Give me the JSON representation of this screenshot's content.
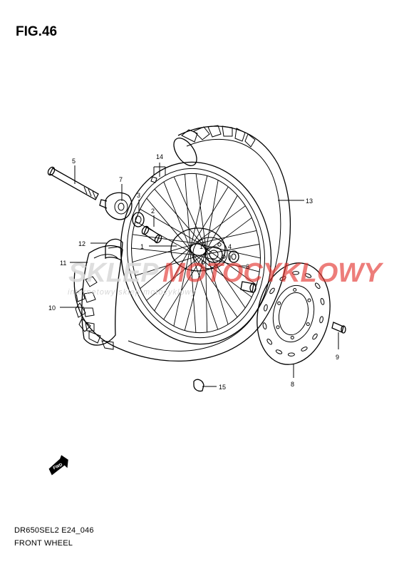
{
  "figure": {
    "title": "FIG.46"
  },
  "caption": {
    "model_code": "DR650SEL2 E24_046",
    "title": "FRONT WHEEL"
  },
  "watermark": {
    "brand_left": "SKLEP",
    "brand_right": "MOTOCYKLOWY",
    "tagline": "internetowy sklep motocyklowy",
    "brand_color": "#e3342f"
  },
  "fwd_badge": {
    "label": "FWD"
  },
  "callouts": [
    {
      "id": "c1",
      "label": "1"
    },
    {
      "id": "c2",
      "label": "2"
    },
    {
      "id": "c3",
      "label": "3"
    },
    {
      "id": "c4",
      "label": "4"
    },
    {
      "id": "c5",
      "label": "5"
    },
    {
      "id": "c6",
      "label": "6"
    },
    {
      "id": "c7",
      "label": "7"
    },
    {
      "id": "c8",
      "label": "8"
    },
    {
      "id": "c9",
      "label": "9"
    },
    {
      "id": "c10",
      "label": "10"
    },
    {
      "id": "c11",
      "label": "11"
    },
    {
      "id": "c12",
      "label": "12"
    },
    {
      "id": "c13",
      "label": "13"
    },
    {
      "id": "c14",
      "label": "14"
    },
    {
      "id": "c15",
      "label": "15"
    }
  ]
}
